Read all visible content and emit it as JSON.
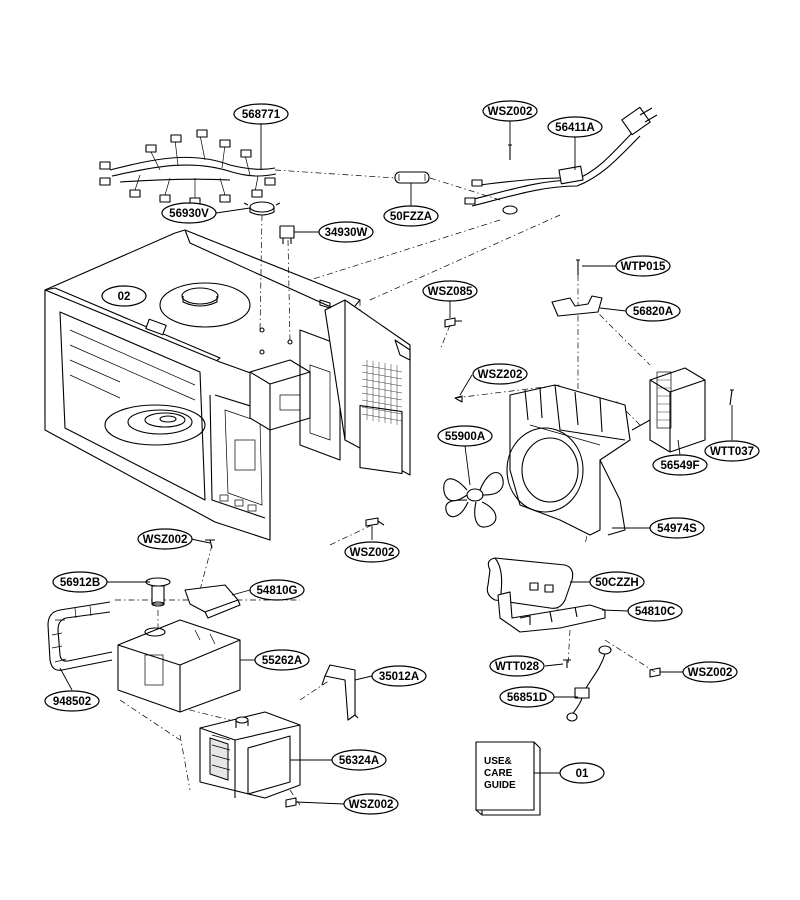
{
  "parts": [
    {
      "id": "568771"
    },
    {
      "id": "WSZ002"
    },
    {
      "id": "56411A"
    },
    {
      "id": "56930V"
    },
    {
      "id": "50FZZA"
    },
    {
      "id": "34930W"
    },
    {
      "id": "WTP015"
    },
    {
      "id": "02"
    },
    {
      "id": "WSZ085"
    },
    {
      "id": "56820A"
    },
    {
      "id": "WSZ202"
    },
    {
      "id": "55900A"
    },
    {
      "id": "WTT037"
    },
    {
      "id": "56549F"
    },
    {
      "id": "54974S"
    },
    {
      "id": "WSZ002"
    },
    {
      "id": "WSZ002"
    },
    {
      "id": "56912B"
    },
    {
      "id": "54810G"
    },
    {
      "id": "50CZZH"
    },
    {
      "id": "54810C"
    },
    {
      "id": "55262A"
    },
    {
      "id": "35012A"
    },
    {
      "id": "WTT028"
    },
    {
      "id": "WSZ002"
    },
    {
      "id": "948502"
    },
    {
      "id": "56851D"
    },
    {
      "id": "56324A"
    },
    {
      "id": "01"
    },
    {
      "id": "WSZ002"
    }
  ],
  "manual_booklet": {
    "line1": "USE&",
    "line2": "CARE",
    "line3": "GUIDE"
  }
}
